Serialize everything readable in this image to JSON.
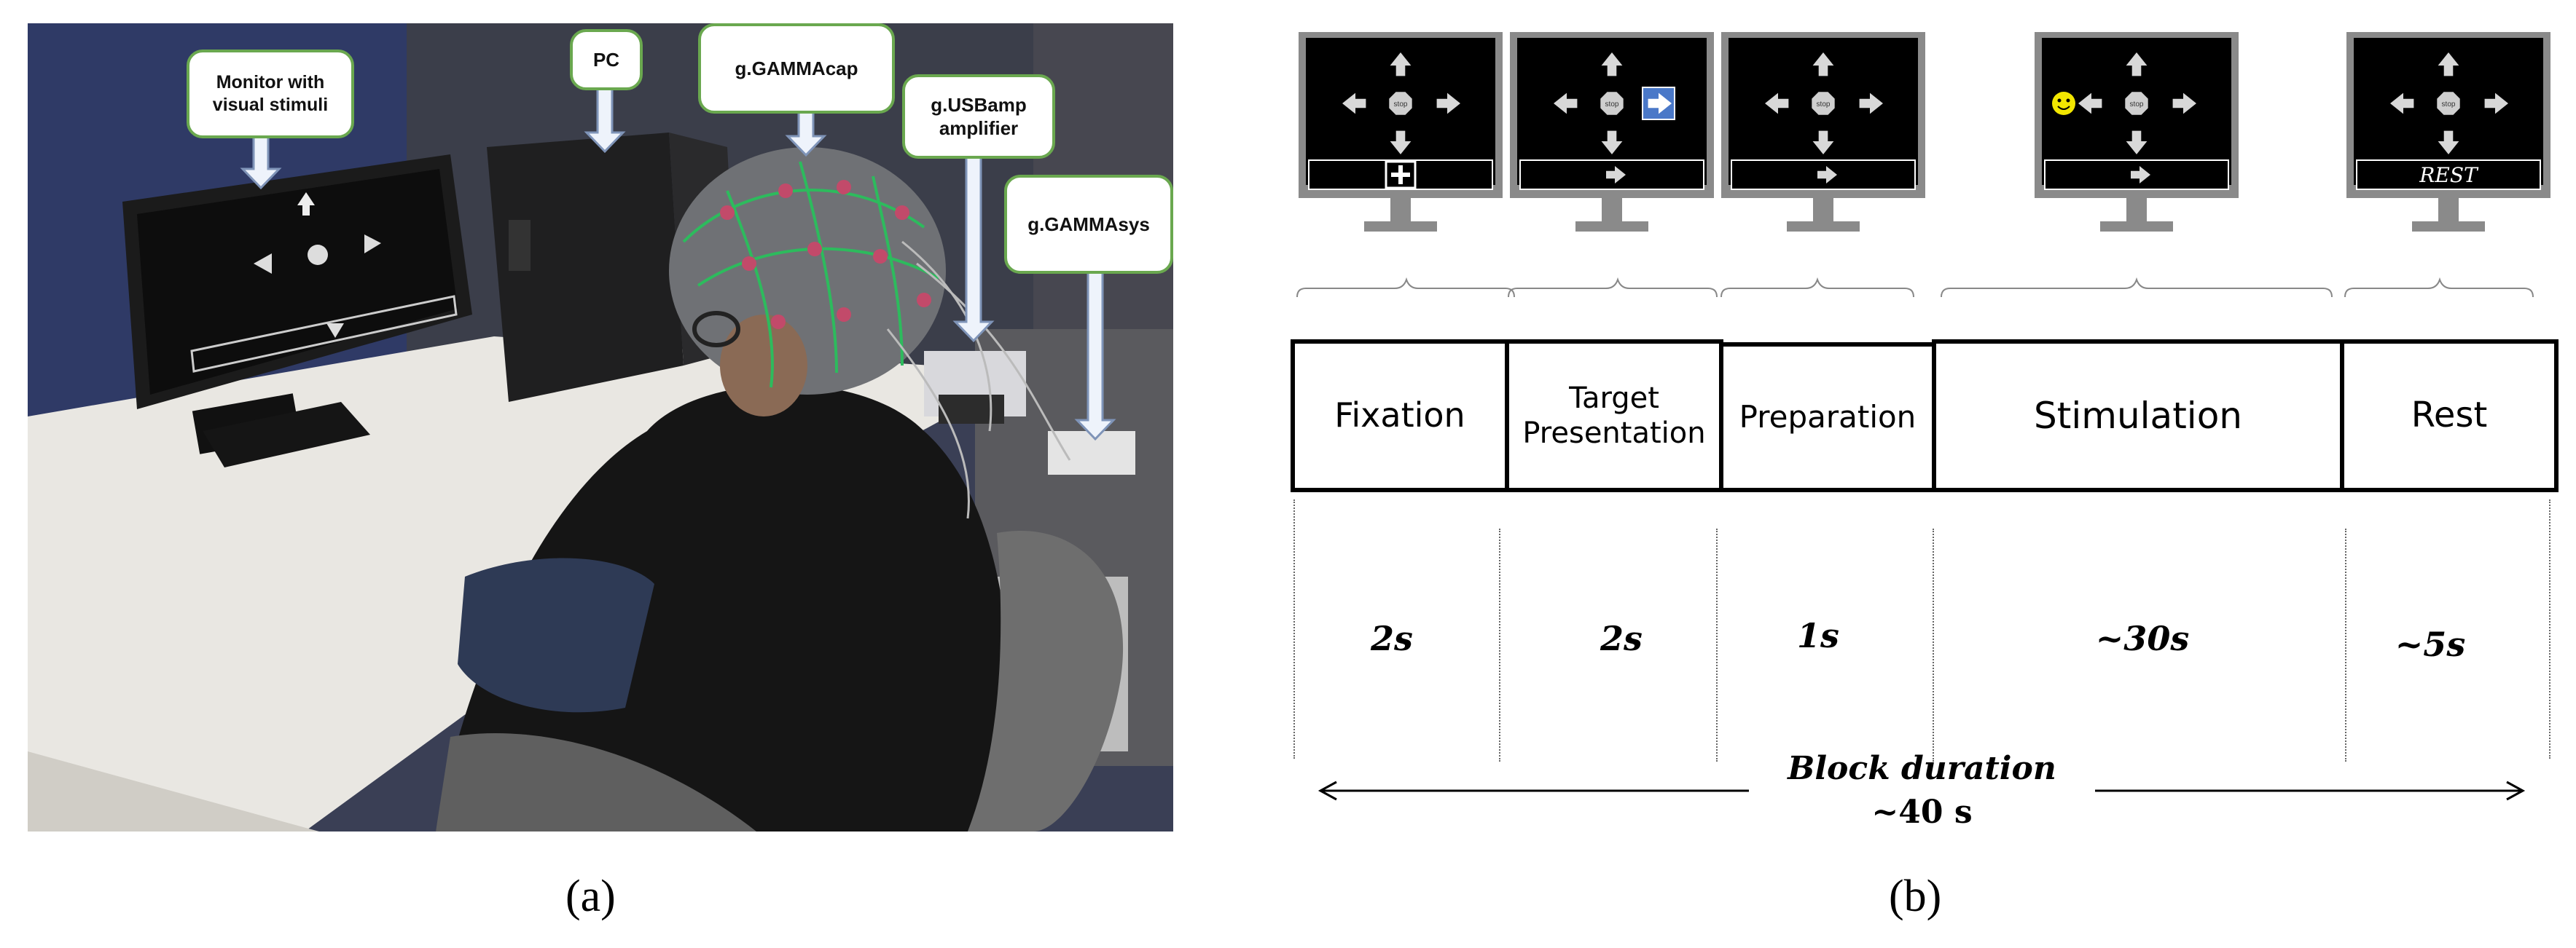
{
  "panel_a": {
    "label": "(a)",
    "callouts": [
      {
        "id": "monitor",
        "text": "Monitor with visual stimuli"
      },
      {
        "id": "pc",
        "text": "PC"
      },
      {
        "id": "cap",
        "text": "g.GAMMAcap"
      },
      {
        "id": "amp",
        "text": "g.USBamp amplifier"
      },
      {
        "id": "sys",
        "text": "g.GAMMAsys"
      }
    ]
  },
  "panel_b": {
    "label": "(b)",
    "monitors": [
      {
        "id": "fixation",
        "bar": "cross",
        "highlight": "none"
      },
      {
        "id": "target",
        "bar": "arrow-right",
        "highlight": "right-arrow"
      },
      {
        "id": "preparation",
        "bar": "arrow-right",
        "highlight": "none"
      },
      {
        "id": "stimulation",
        "bar": "arrow-right",
        "highlight": "smiley"
      },
      {
        "id": "rest",
        "bar": "text",
        "bar_text": "REST",
        "highlight": "none"
      }
    ],
    "stop_label": "stop",
    "phases": [
      {
        "name": "Fixation",
        "duration": "2s"
      },
      {
        "name": "Target Presentation",
        "duration": "2s"
      },
      {
        "name": "Preparation",
        "duration": "1s"
      },
      {
        "name": "Stimulation",
        "duration": "~30s"
      },
      {
        "name": "Rest",
        "duration": "~5s"
      }
    ],
    "block_duration_label": "Block duration",
    "block_duration_value": "~40 s",
    "colors": {
      "highlight_blue": "#4a78c8",
      "smiley_yellow": "#f2e600",
      "monitor_frame": "#8a8a8a"
    }
  }
}
